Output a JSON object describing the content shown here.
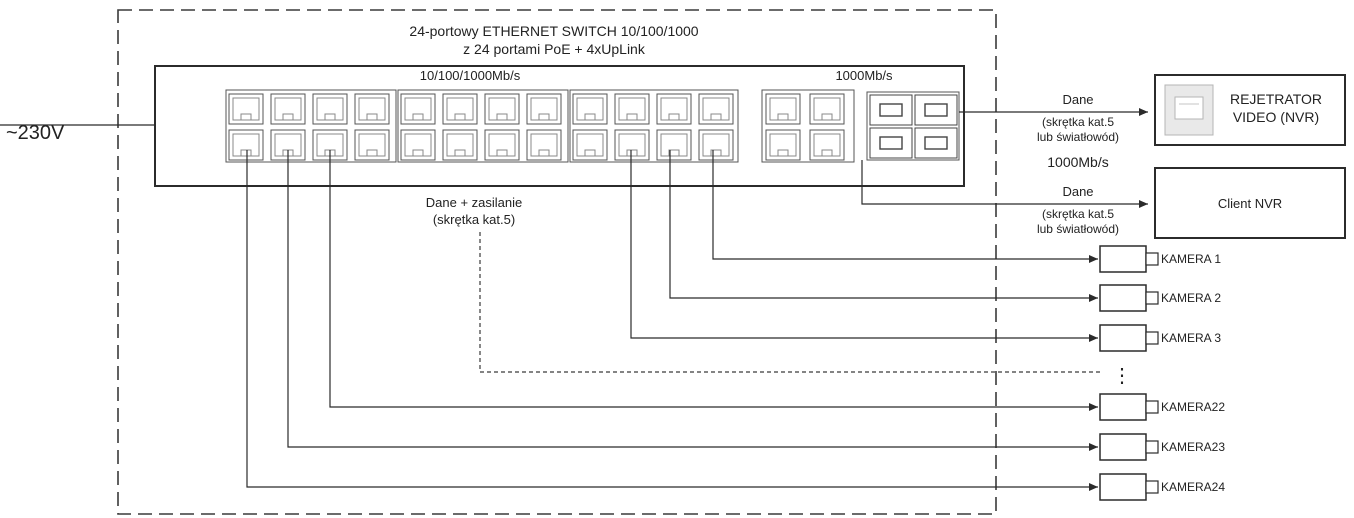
{
  "switch": {
    "title_line1": "24-portowy ETHERNET SWITCH 10/100/1000",
    "title_line2": "z 24 portami PoE + 4xUpLink",
    "speed_ports": "10/100/1000Mb/s",
    "speed_uplink": "1000Mb/s"
  },
  "power": {
    "label": "~230V"
  },
  "links": {
    "nvr": {
      "line1": "Dane",
      "line2": "(skrętka kat.5",
      "line3": "lub światłowód)"
    },
    "client": {
      "line1": "Dane",
      "line2": "(skrętka kat.5",
      "line3": "lub światłowód)"
    },
    "speed_between": "1000Mb/s",
    "poe": {
      "line1": "Dane + zasilanie",
      "line2": "(skrętka kat.5)"
    }
  },
  "devices": {
    "nvr": {
      "line1": "REJETRATOR",
      "line2": "VIDEO (NVR)"
    },
    "client": {
      "label": "Client NVR"
    }
  },
  "cameras": [
    "KAMERA 1",
    "KAMERA 2",
    "KAMERA 3",
    "KAMERA22",
    "KAMERA23",
    "KAMERA24"
  ],
  "ellipsis": "⋮"
}
